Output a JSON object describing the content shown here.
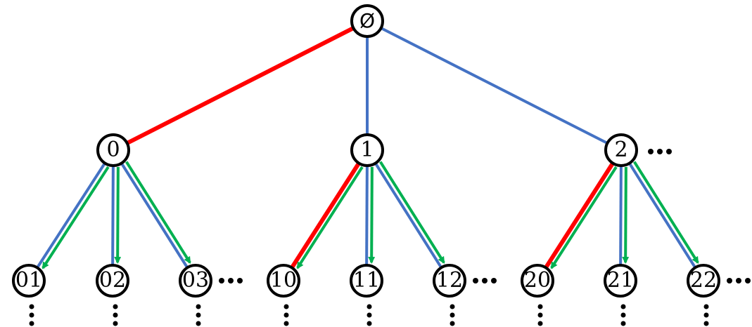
{
  "root": {
    "label": "Ø"
  },
  "level1": [
    {
      "id": "n0",
      "label": "0"
    },
    {
      "id": "n1",
      "label": "1"
    },
    {
      "id": "n2",
      "label": "2"
    }
  ],
  "level2": [
    {
      "id": "n01",
      "label": "01",
      "parent": "n0"
    },
    {
      "id": "n02",
      "label": "02",
      "parent": "n0"
    },
    {
      "id": "n03",
      "label": "03",
      "parent": "n0"
    },
    {
      "id": "n10",
      "label": "10",
      "parent": "n1"
    },
    {
      "id": "n11",
      "label": "11",
      "parent": "n1"
    },
    {
      "id": "n12",
      "label": "12",
      "parent": "n1"
    },
    {
      "id": "n20",
      "label": "20",
      "parent": "n2"
    },
    {
      "id": "n21",
      "label": "21",
      "parent": "n2"
    },
    {
      "id": "n22",
      "label": "22",
      "parent": "n2"
    }
  ],
  "colors": {
    "red": "#ff0000",
    "blue": "#4472c4",
    "green": "#00b050",
    "node_border": "#000000"
  },
  "edges": [
    {
      "from": "root",
      "to": "n0",
      "style": "red"
    },
    {
      "from": "root",
      "to": "n1",
      "style": "blue"
    },
    {
      "from": "root",
      "to": "n2",
      "style": "blue"
    },
    {
      "from": "n0",
      "to": "n01",
      "style": "blue"
    },
    {
      "from": "n0",
      "to": "n02",
      "style": "blue"
    },
    {
      "from": "n0",
      "to": "n03",
      "style": "blue"
    },
    {
      "from": "n1",
      "to": "n10",
      "style": "red"
    },
    {
      "from": "n1",
      "to": "n11",
      "style": "blue"
    },
    {
      "from": "n1",
      "to": "n12",
      "style": "blue"
    },
    {
      "from": "n2",
      "to": "n20",
      "style": "red"
    },
    {
      "from": "n2",
      "to": "n21",
      "style": "blue"
    },
    {
      "from": "n2",
      "to": "n22",
      "style": "blue"
    }
  ],
  "arrows": [
    {
      "from": "n0",
      "to": "n01"
    },
    {
      "from": "n0",
      "to": "n02"
    },
    {
      "from": "n0",
      "to": "n03"
    },
    {
      "from": "n1",
      "to": "n10"
    },
    {
      "from": "n1",
      "to": "n11"
    },
    {
      "from": "n1",
      "to": "n12"
    },
    {
      "from": "n2",
      "to": "n20"
    },
    {
      "from": "n2",
      "to": "n21"
    },
    {
      "from": "n2",
      "to": "n22"
    }
  ]
}
